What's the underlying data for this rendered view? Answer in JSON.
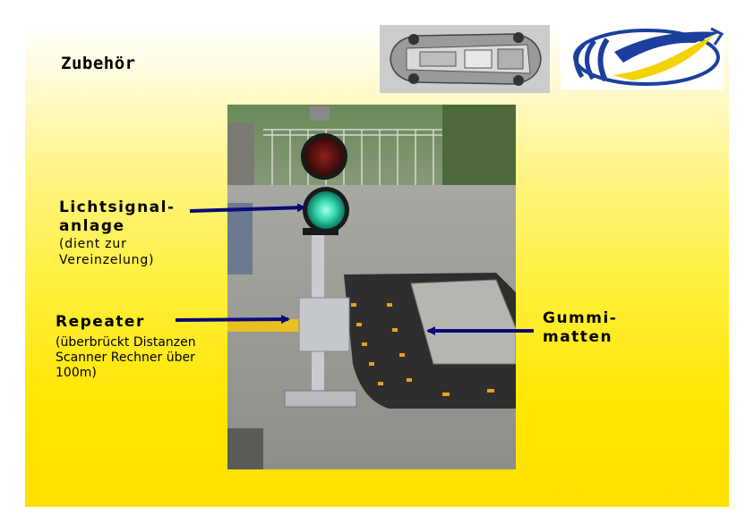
{
  "slide": {
    "title": "Zubehör",
    "labels": {
      "signal_line1": "Lichtsignal-",
      "signal_line2": "anlage",
      "signal_sub1": "(dient zur",
      "signal_sub2": "Vereinzelung)",
      "repeater": "Repeater",
      "repeater_sub1": "(überbrückt Distanzen",
      "repeater_sub2": "Scanner Rechner über",
      "repeater_sub3": "100m)",
      "mats_line1": "Gummi-",
      "mats_line2": "matten"
    }
  },
  "colors": {
    "arrow": "#0a0a7a",
    "logo_blue": "#1c3f9e",
    "logo_yellow": "#f2d400",
    "signal_green": "#38d8b0",
    "signal_red": "#6a1010",
    "speed_bump_dots": "#e8a020"
  },
  "icons": {
    "logo": "ellipse-swoosh-logo",
    "car": "car-top-view-thumbnail",
    "photo": "traffic-light-photo"
  }
}
